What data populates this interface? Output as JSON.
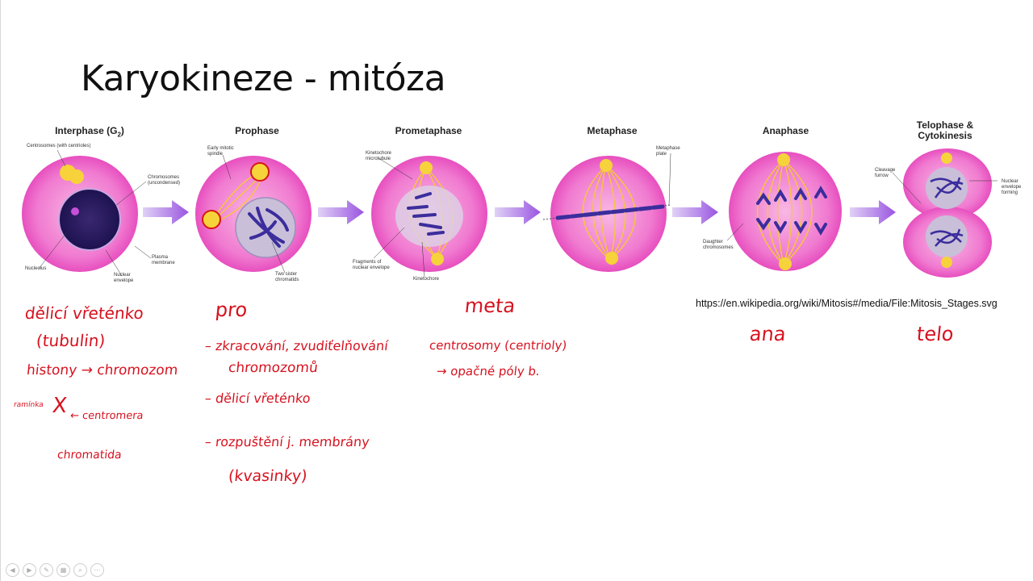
{
  "slide": {
    "title": "Karyokineze - mitóza",
    "source_url": "https://en.wikipedia.org/wiki/Mitosis#/media/File:Mitosis_Stages.svg"
  },
  "stages": [
    {
      "name": "Interphase (G",
      "sub": "2",
      "close": ")"
    },
    {
      "name": "Prophase"
    },
    {
      "name": "Prometaphase"
    },
    {
      "name": "Metaphase"
    },
    {
      "name": "Anaphase"
    },
    {
      "name": "Telophase &",
      "name2": "Cytokinesis"
    }
  ],
  "diagram_labels": {
    "centrosomes": "Centrosomes (with centrioles)",
    "chromosomes": "Chromosomes",
    "uncondensed": "(uncondensed)",
    "plasma": "Plasma",
    "membrane": "membrane",
    "nucleolus": "Nucleolus",
    "nuclear": "Nuclear",
    "envelope": "envelope",
    "early_mitotic": "Early mitotic",
    "spindle": "spindle",
    "two_sister": "Two sister",
    "chromatids": "chromatids",
    "kinetochore": "Kinetochore",
    "microtubule": "microtubule",
    "fragments_of": "Fragments of",
    "nuclear_envelope": "nuclear envelope",
    "kinetochore2": "Kinetochore",
    "metaphase": "Metaphase",
    "plate": "plate",
    "daughter": "Daughter",
    "chromosomes2": "chromosomes",
    "cleavage": "Cleavage",
    "furrow": "furrow",
    "nuclear2": "Nuclear",
    "envelope2": "envelope",
    "forming": "forming"
  },
  "notes": {
    "col1": [
      "dělicí vřeténko",
      "(tubulin)",
      "histony → chromozom",
      "ramínka",
      "← centromera",
      "chromatida"
    ],
    "col2": [
      "pro",
      "– zkracování, zvudiťelňování",
      "chromozomů",
      "– dělicí vřeténko",
      "– rozpuštění j. membrány",
      "(kvasinky)"
    ],
    "col3": [
      "meta",
      "centrosomy (centrioly)",
      "→ opačné póly b."
    ],
    "col4": [
      "ana"
    ],
    "col5": [
      "telo"
    ]
  },
  "toolbar": {
    "icons": [
      "prev-icon",
      "next-icon",
      "pen-icon",
      "slides-icon",
      "zoom-icon",
      "more-icon"
    ]
  }
}
